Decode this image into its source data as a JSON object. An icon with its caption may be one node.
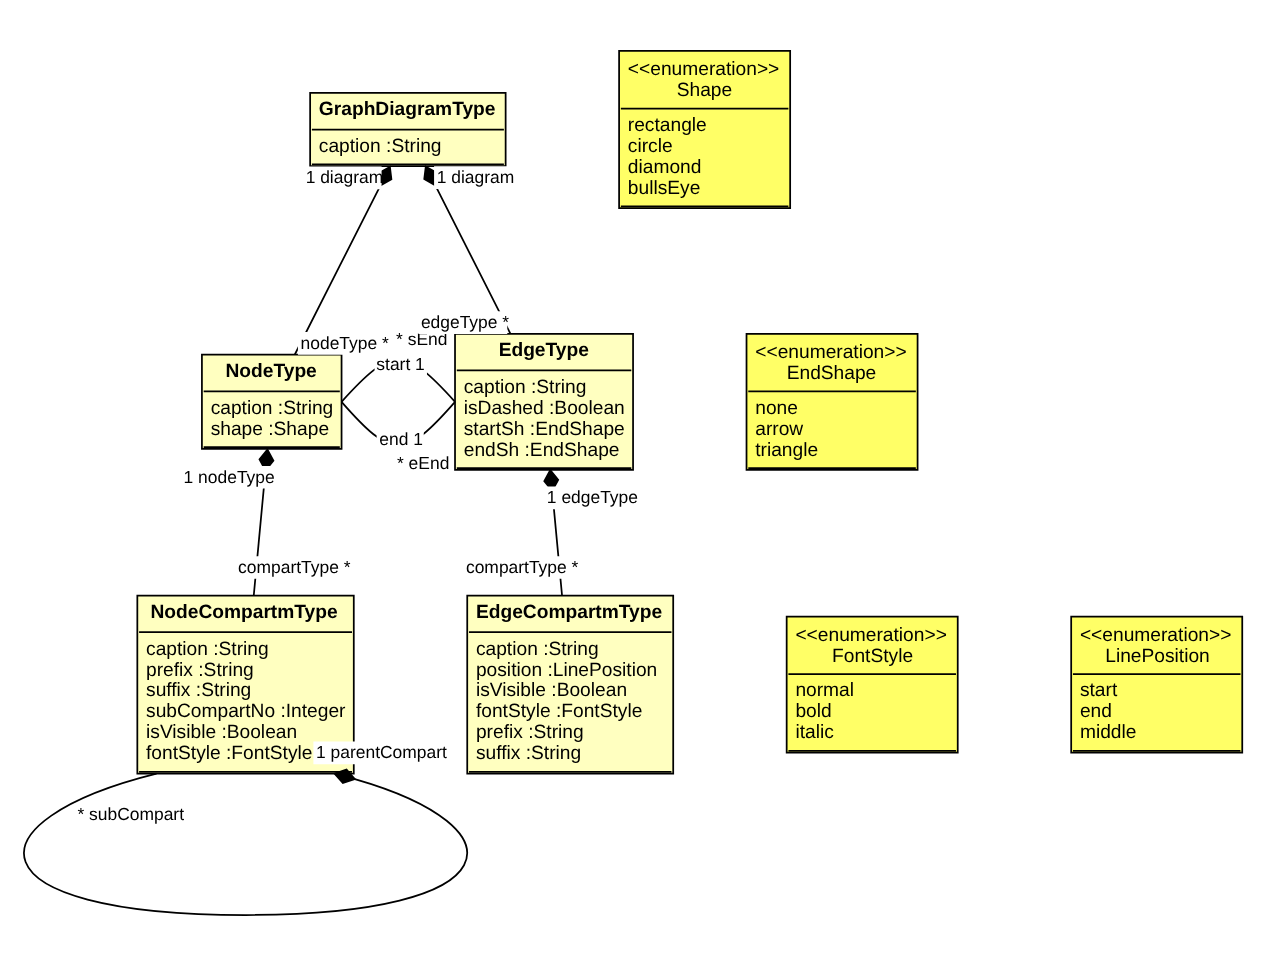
{
  "diagram": {
    "nodes": [
      {
        "text": [
          "GraphDiagramType",
          "caption :String"
        ]
      },
      {
        "text": [
          "<<enumeration>>",
          "Shape",
          "rectangle",
          "circle",
          "diamond",
          "bullsEye"
        ]
      },
      {
        "text": [
          "NodeType",
          "caption :String",
          "shape :Shape"
        ]
      },
      {
        "text": [
          "EdgeType",
          "caption :String",
          "isDashed :Boolean",
          "startSh :EndShape",
          "endSh :EndShape"
        ]
      },
      {
        "text": [
          "<<enumeration>>",
          "EndShape",
          "none",
          "arrow",
          "triangle"
        ]
      },
      {
        "text": [
          "NodeCompartmType",
          "caption :String",
          "prefix :String",
          "suffix :String",
          "subCompartNo :Integer",
          "isVisible :Boolean",
          "fontStyle :FontStyle"
        ]
      },
      {
        "text": [
          "<<enumeration>>",
          "FontStyle",
          "normal",
          "bold",
          "italic"
        ]
      },
      {
        "text": [
          "EdgeCompartmType",
          "caption :String",
          "position :LinePosition",
          "isVisible :Boolean",
          "fontStyle :FontStyle",
          "prefix :String",
          "suffix :String"
        ]
      },
      {
        "text": [
          "<<enumeration>>",
          "LinePosition",
          "start",
          "end",
          "middle"
        ]
      }
    ],
    "edges": [
      {
        "from": 2,
        "to": 0,
        "arrow": "other"
      },
      {
        "from": 3,
        "to": 0,
        "arrow": "other"
      },
      {
        "from": 2,
        "to": 3,
        "arrow": "none"
      },
      {
        "from": 2,
        "to": 3,
        "arrow": "none"
      },
      {
        "from": 5,
        "to": 2,
        "arrow": "other"
      },
      {
        "from": 7,
        "to": 3,
        "arrow": "other"
      },
      {
        "from": 5,
        "to": 5,
        "arrow": "other"
      }
    ],
    "labels": [
      "1",
      "diagram",
      "1",
      "diagram",
      "nodeType",
      "*",
      "edgeType",
      "*",
      "start",
      "*",
      "1",
      "sEnd",
      "end",
      "*",
      "1",
      "eEnd",
      "1",
      "nodeType",
      "1",
      "edgeType",
      "compartType",
      "*",
      "compartType",
      "*",
      "*",
      "subCompart",
      "1",
      "parentCompart"
    ]
  }
}
